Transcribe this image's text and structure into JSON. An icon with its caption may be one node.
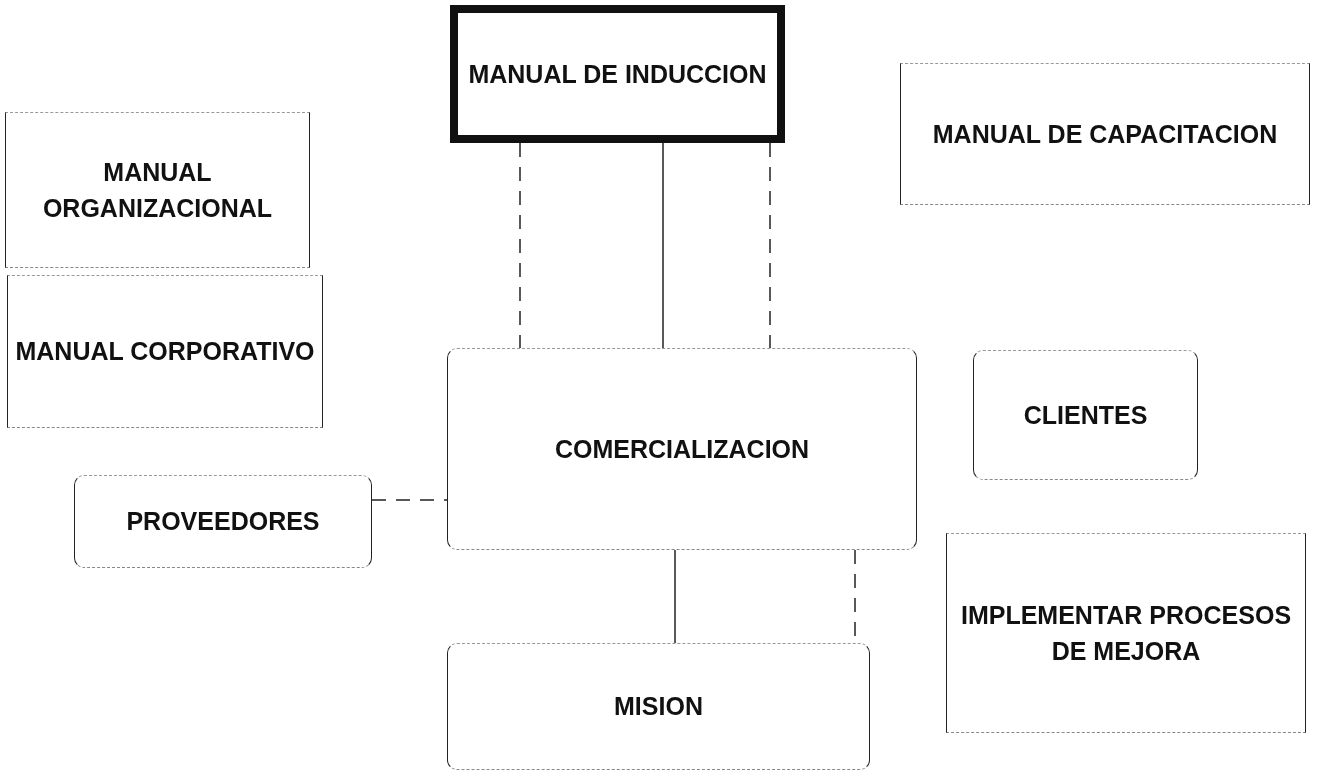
{
  "diagram": {
    "nodes": [
      {
        "text": [
          "MANUAL ORGANIZACIONAL"
        ]
      },
      {
        "text": [
          "MANUAL DE INDUCCION"
        ]
      },
      {
        "text": [
          "MANUAL DE CAPACITACION"
        ]
      },
      {
        "text": [
          "MANUAL CORPORATIVO"
        ]
      },
      {
        "text": [
          "COMERCIALIZACION"
        ]
      },
      {
        "text": [
          "CLIENTES"
        ]
      },
      {
        "text": [
          "PROVEEDORES"
        ]
      },
      {
        "text": [
          "IMPLEMENTAR PROCESOS DE MEJORA"
        ]
      },
      {
        "text": [
          "MISION"
        ]
      }
    ],
    "edges": [
      {
        "from": 1,
        "to": 4,
        "arrow": "none",
        "style": "dashed"
      },
      {
        "from": 1,
        "to": 4,
        "arrow": "none"
      },
      {
        "from": 1,
        "to": 4,
        "arrow": "none",
        "style": "dashed"
      },
      {
        "from": 6,
        "to": 4,
        "arrow": "none",
        "style": "dashed"
      },
      {
        "from": 4,
        "to": 8,
        "arrow": "none"
      },
      {
        "from": 4,
        "to": 8,
        "arrow": "none",
        "style": "dashed"
      }
    ]
  }
}
